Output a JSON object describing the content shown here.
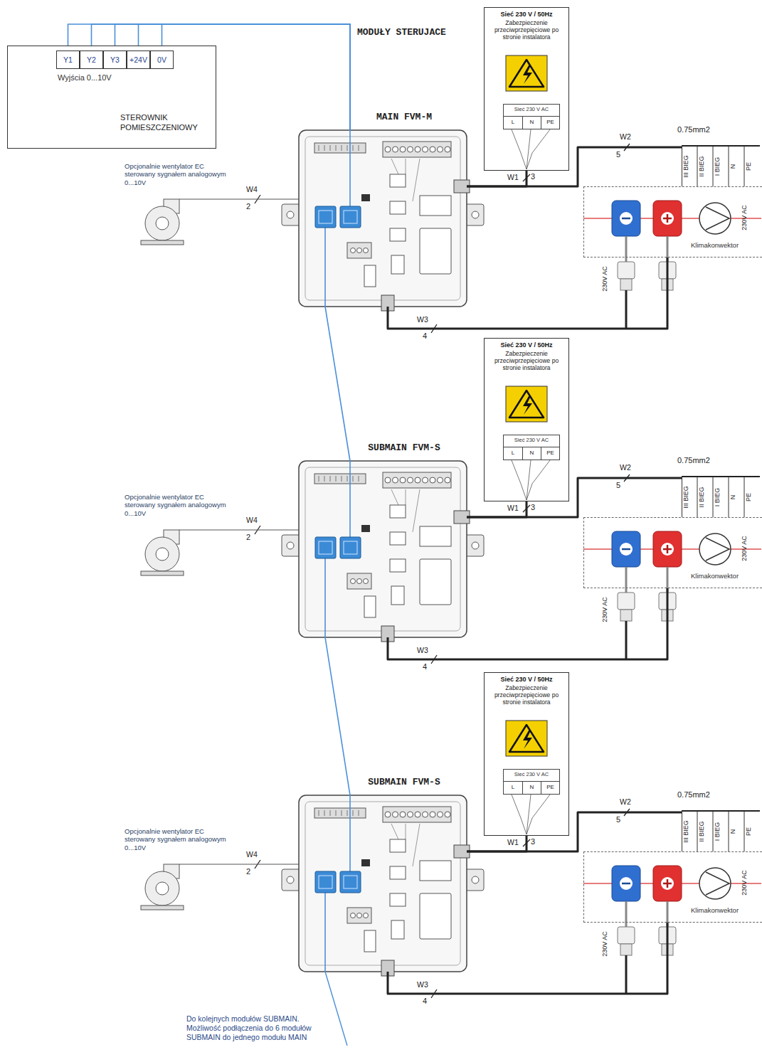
{
  "diagram": {
    "nodes": [
      {
        "text": [
          "Wyjścia 0...10V",
          "STEROWNIK POMIESZCZENIOWY"
        ]
      },
      {
        "text": [
          "Y1"
        ],
        "in": 0
      },
      {
        "text": [
          "Y2"
        ],
        "in": 0
      },
      {
        "text": [
          "Y3"
        ],
        "in": 0
      },
      {
        "text": [
          "+24V"
        ],
        "in": 0
      },
      {
        "text": [
          "0V"
        ],
        "in": 0
      },
      {
        "text": [
          "Sieć 230 V / 50Hz",
          "Zabezpieczenie przeciwprzepięciowe po stronie instalatora"
        ]
      },
      {
        "text": [
          "Sieć 230 V AC",
          "L",
          "N",
          "PE"
        ],
        "in": 6
      },
      {
        "text": [
          "MAIN FVM-M"
        ]
      },
      {
        "text": [
          "Opcjonalnie wentylator EC sterowany sygnałem analogowym 0...10V"
        ]
      },
      {
        "text": [
          "III BIEG",
          "II BIEG",
          "I BIEG",
          "N",
          "PE"
        ]
      },
      {
        "text": [
          "230V AC",
          "Klimakonwektor"
        ]
      },
      {
        "text": [
          "Sieć 230 V / 50Hz",
          "Zabezpieczenie przeciwprzepięciowe po stronie instalatora"
        ]
      },
      {
        "text": [
          "Sieć 230 V AC",
          "L",
          "N",
          "PE"
        ],
        "in": 12
      },
      {
        "text": [
          "SUBMAIN FVM-S"
        ]
      },
      {
        "text": [
          "Opcjonalnie wentylator EC sterowany sygnałem analogowym 0...10V"
        ]
      },
      {
        "text": [
          "III BIEG",
          "II BIEG",
          "I BIEG",
          "N",
          "PE"
        ]
      },
      {
        "text": [
          "230V AC",
          "Klimakonwektor"
        ]
      },
      {
        "text": [
          "Sieć 230 V / 50Hz",
          "Zabezpieczenie przeciwprzepięciowe po stronie instalatora"
        ]
      },
      {
        "text": [
          "Sieć 230 V AC",
          "L",
          "N",
          "PE"
        ],
        "in": 18
      },
      {
        "text": [
          "SUBMAIN FVM-S"
        ]
      },
      {
        "text": [
          "Opcjonalnie wentylator EC sterowany sygnałem analogowym 0...10V"
        ]
      },
      {
        "text": [
          "III BIEG",
          "II BIEG",
          "I BIEG",
          "N",
          "PE"
        ]
      },
      {
        "text": [
          "230V AC",
          "Klimakonwektor"
        ]
      }
    ],
    "edges": [
      {
        "from": 1,
        "to": 8,
        "arrow": "none"
      },
      {
        "from": 2,
        "to": 8,
        "arrow": "none"
      },
      {
        "from": 3,
        "to": 8,
        "arrow": "none"
      },
      {
        "from": 4,
        "to": 8,
        "arrow": "none"
      },
      {
        "from": 5,
        "to": 8,
        "arrow": "none"
      },
      {
        "from": 6,
        "to": 8,
        "label": "W1",
        "arrow": "none"
      },
      {
        "from": 8,
        "to": 10,
        "label": "W2",
        "arrow": "none"
      },
      {
        "from": 8,
        "to": 11,
        "label": "W3",
        "arrow": "none"
      },
      {
        "from": 9,
        "to": 8,
        "label": "W4",
        "arrow": "none"
      },
      {
        "from": 8,
        "to": 14,
        "arrow": "none"
      },
      {
        "from": 12,
        "to": 14,
        "label": "W1",
        "arrow": "none"
      },
      {
        "from": 14,
        "to": 16,
        "label": "W2",
        "arrow": "none"
      },
      {
        "from": 14,
        "to": 17,
        "label": "W3",
        "arrow": "none"
      },
      {
        "from": 15,
        "to": 14,
        "label": "W4",
        "arrow": "none"
      },
      {
        "from": 14,
        "to": 20,
        "arrow": "none"
      },
      {
        "from": 18,
        "to": 20,
        "label": "W1",
        "arrow": "none"
      },
      {
        "from": 20,
        "to": 22,
        "label": "W2",
        "arrow": "none"
      },
      {
        "from": 20,
        "to": 23,
        "label": "W3",
        "arrow": "none"
      },
      {
        "from": 21,
        "to": 20,
        "label": "W4",
        "arrow": "none"
      }
    ],
    "labels": [
      "MODUŁY STERUJACE",
      "5",
      "0.75mm2",
      "3",
      "2",
      "230V AC",
      "4",
      "5",
      "0.75mm2",
      "3",
      "2",
      "230V AC",
      "4",
      "5",
      "0.75mm2",
      "3",
      "2",
      "230V AC",
      "4",
      "Do kolejnych modułów SUBMAIN. Możliwość podłączenia do 6 modułów SUBMAIN do jednego modułu MAIN"
    ]
  }
}
